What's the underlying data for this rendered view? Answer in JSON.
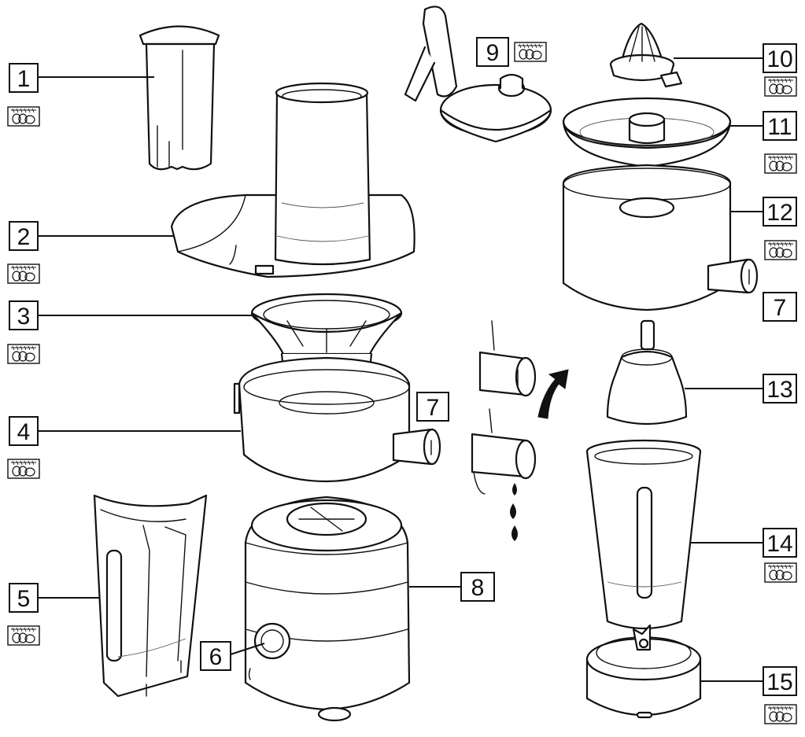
{
  "labels": {
    "l1": "1",
    "l2": "2",
    "l3": "3",
    "l4": "4",
    "l5": "5",
    "l6": "6",
    "l7a": "7",
    "l7b": "7",
    "l8": "8",
    "l9": "9",
    "l10": "10",
    "l11": "11",
    "l12": "12",
    "l13": "13",
    "l14": "14",
    "l15": "15"
  },
  "icons": {
    "dishwasher": "dishwasher-safe-icon",
    "arrow": "curved-arrow-icon",
    "drip": "juice-drop-icon"
  },
  "colors": {
    "line": "#111111",
    "background": "#ffffff"
  }
}
